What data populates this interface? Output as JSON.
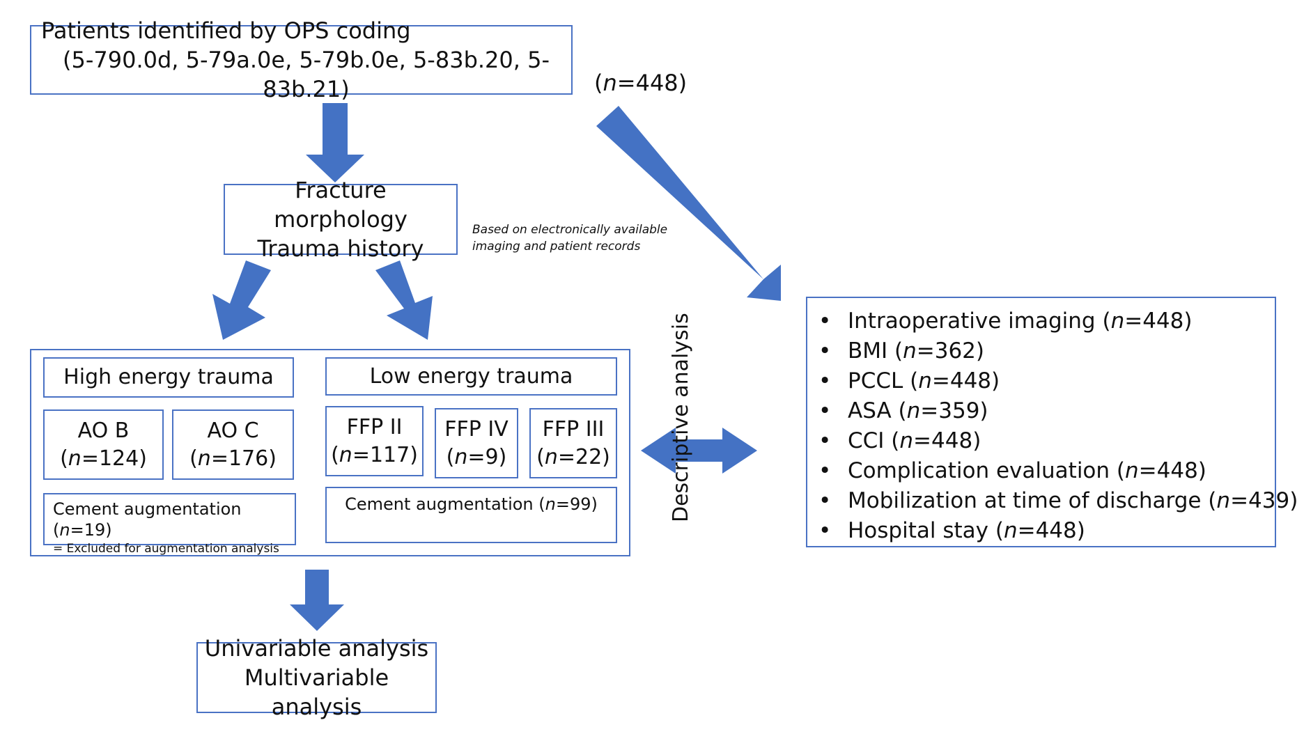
{
  "source": {
    "line1": "Patients identified by OPS coding",
    "line2": "(5-790.0d, 5-79a.0e, 5-79b.0e, 5-83b.20, 5-83b.21)",
    "count": {
      "pre": "(",
      "n": "n",
      "post": "=448)"
    }
  },
  "morphology": {
    "line1": "Fracture morphology",
    "line2": "Trauma history",
    "note_line1": "Based on electronically available",
    "note_line2": "imaging and patient records"
  },
  "high_energy": {
    "title": "High energy trauma",
    "boxes": [
      {
        "label": "AO B",
        "pre": "(",
        "n": "n",
        "post": "=124)"
      },
      {
        "label": "AO C",
        "pre": "(",
        "n": "n",
        "post": "=176)"
      }
    ],
    "cement": {
      "pre": "Cement augmentation (",
      "n": "n",
      "post": "=19)",
      "note": "= Excluded for augmentation analysis"
    }
  },
  "low_energy": {
    "title": "Low energy trauma",
    "boxes": [
      {
        "label": "FFP II",
        "pre": "(",
        "n": "n",
        "post": "=117)"
      },
      {
        "label": "FFP IV",
        "pre": "(",
        "n": "n",
        "post": "=9)"
      },
      {
        "label": "FFP III",
        "pre": "(",
        "n": "n",
        "post": "=22)"
      }
    ],
    "cement": {
      "pre": "Cement augmentation (",
      "n": "n",
      "post": "=99)"
    }
  },
  "descriptive": {
    "title": "Descriptive analysis",
    "items": [
      {
        "pre": "Intraoperative imaging (",
        "n": "n",
        "post": "=448)"
      },
      {
        "pre": "BMI (",
        "n": "n",
        "post": "=362)"
      },
      {
        "pre": "PCCL (",
        "n": "n",
        "post": "=448)"
      },
      {
        "pre": "ASA (",
        "n": "n",
        "post": "=359)"
      },
      {
        "pre": "CCI (",
        "n": "n",
        "post": "=448)"
      },
      {
        "pre": "Complication evaluation (",
        "n": "n",
        "post": "=448)"
      },
      {
        "pre": "Mobilization at time of discharge (",
        "n": "n",
        "post": "=439)"
      },
      {
        "pre": "Hospital stay (",
        "n": "n",
        "post": "=448)"
      }
    ]
  },
  "analysis": {
    "line1": "Univariable analysis",
    "line2": "Multivariable analysis"
  },
  "colors": {
    "arrow": "#4472c4",
    "border": "#4a72c4"
  }
}
